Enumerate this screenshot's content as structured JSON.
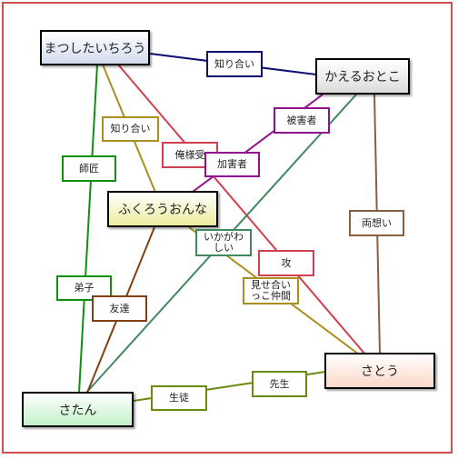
{
  "nodes": {
    "matsushita": "まつしたいちろう",
    "kaeru": "かえるおとこ",
    "fukurou": "ふくろうおんな",
    "satou": "さとう",
    "satan": "さたん"
  },
  "labels": {
    "shiriai_top": "知り合い",
    "shiriai_left": "知り合い",
    "shisho": "師匠",
    "oreSama": "俺様受",
    "higaisha": "被害者",
    "kagaisha": "加害者",
    "ryouomoi": "両想い",
    "ikagawashii": "いかがわしい",
    "seme": "攻",
    "miseai": "見せ合いっこ仲間",
    "deshi": "弟子",
    "tomodachi": "友達",
    "seito": "生徒",
    "sensei": "先生"
  },
  "colors": {
    "frame": "#d05050",
    "navy": "#101070",
    "olive": "#a89020",
    "green": "#109010",
    "red": "#d04050",
    "purple": "#901090",
    "teal": "#408860",
    "brown": "#8a6040",
    "darkbrown": "#804010",
    "lime": "#6a8a10"
  }
}
